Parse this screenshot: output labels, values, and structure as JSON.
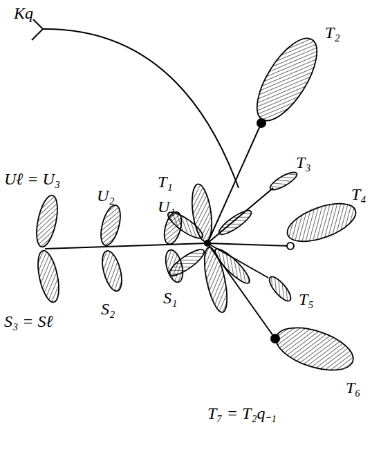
{
  "diagram": {
    "labels": [
      "Kq",
      "T₂",
      "T₁",
      "T₃",
      "T₄",
      "U₁",
      "T₅",
      "Uℓ = U₃",
      "U₂",
      "S₁",
      "T₆",
      "S₂",
      "T₇ = T₂q₋₁",
      "S₃ = Sℓ"
    ]
  }
}
